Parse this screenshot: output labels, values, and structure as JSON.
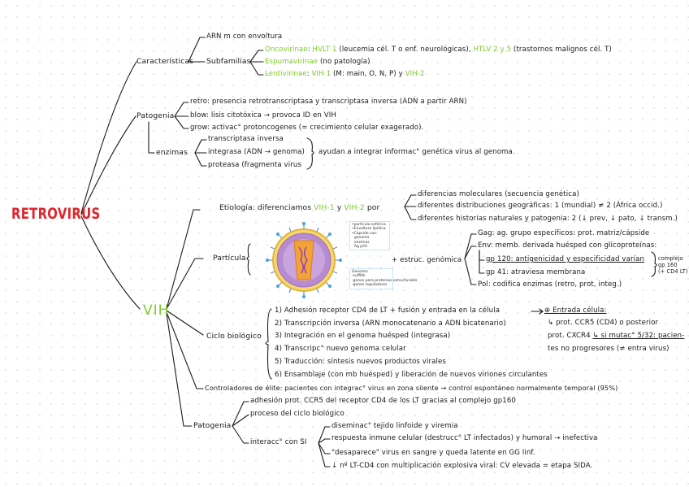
{
  "title": "RETROVIRUS",
  "colors": {
    "title": "#e0242b",
    "green": "#7ecb2a",
    "ink": "#1a1a1a"
  },
  "caracteristicas": {
    "label": "Características",
    "arn": "ARN m con envoltura",
    "subfamilias_label": "Subfamilias",
    "onco_name": "Oncovirinae",
    "onco_colon": ": ",
    "onco_hvlt": "HVLT 1",
    "onco_text1": " (leucemia cél. T o enf. neurológicas), ",
    "onco_htlv": "HTLV 2 y 5",
    "onco_text2": " (trastornos malignos cél. T)",
    "espuma_name": "Espumavirinae",
    "espuma_text": " (no patología)",
    "lenti_name": "Lentivirinae",
    "lenti_colon": ": ",
    "lenti_vih1": "VIH 1",
    "lenti_text": " (M: main, O, N, P) y ",
    "lenti_vih2": "VIH-2"
  },
  "patogenia1": {
    "label": "Patogenia",
    "retro": "retro: presencia retrotranscriptasa y transcriptasa inversa (ADN a partir ARN)",
    "blow": "blow: lisis citotóxica → provoca ID en VIH",
    "grow": "grow: activac° protoncogenes (= crecimiento celular exagerado).",
    "enzimas_label": "enzimas",
    "enz1": "transcriptasa inversa",
    "enz2": "integrasa (ADN → genoma)",
    "enz3": "proteasa (fragmenta virus",
    "enz_result": "ayudan a integrar informac° genética virus al genoma."
  },
  "vih": {
    "label": "VIH",
    "etiologia_pre": "Etiología: diferenciamos ",
    "etiologia_vih1": "VIH-1",
    "etiologia_y": " y ",
    "etiologia_vih2": "VIH-2",
    "etiologia_por": " por",
    "dif1": "diferencias moleculares (secuencia genética)",
    "dif2": "diferentes distribuciones geográficas: 1 (mundial) ≠ 2 (África occid.)",
    "dif3": "diferentes historias naturales y patogenia: 2 (↓ prev, ↓ pato, ↓ transm.)",
    "particula_label": "Partícula",
    "estruc": "+ estruc. genómica",
    "gag": "Gag: ag. grupo específicos: prot. matriz/cápside",
    "env": "Env: memb. derivada huésped con glicoproteínas:",
    "gp120": "gp 120: antigenicidad y especificidad varían",
    "gp41": "gp 41: atraviesa membrana",
    "complejo": "complejo\ngp 160\n(+ CD4 LT)",
    "pol": "Pol: codifica enzimas (retro, prot, integ.)",
    "virus_box1": "•partícula esférica\n•Envoltura lipídica\n•Cápside con:\n  genoma\n  enzimas\n  Ag p24",
    "virus_box2": "Genoma:\n-sufflék\n-genes para proteínas estructurales\n-genes reguladores",
    "ciclo_label": "Ciclo biológico",
    "c1": "1) Adhesión receptor CD4 de LT + fusión y entrada en la célula",
    "c2": "2) Transcripción inversa (ARN monocatenario a ADN bicatenario)",
    "c3": "3) Integración en el genoma huésped (integrasa)",
    "c4": "4) Transcripc° nuevo genoma celular",
    "c5": "5) Traducción: síntesis nuevos productos virales",
    "c6": "6) Ensamblaje (con mb huésped) y liberación de nuevos viriones circulantes",
    "entrada_title": "⊕ Entrada célula:",
    "entrada_1": "↳ prot. CCR5 (CD4) o posterior",
    "entrada_2_pre": "prot. CXCR4 ",
    "entrada_2_mut": "↳ si mutac° 5/32: pacien-",
    "entrada_3": "tes no progresores (≠ entra virus)",
    "controladores": "Controladores de élite: pacientes con integrac° virus en zona silente → control espontáneo normalmente temporal (95%)",
    "patogenia_label": "Patogenia",
    "p1": "adhesión prot. CCR5 del receptor CD4 de los LT gracias al complejo gp160",
    "p2": "proceso del ciclo biológico",
    "interacc_label": "interacc° con SI",
    "i1": "diseminac° tejido linfoide y viremia",
    "i2": "respuesta inmune celular (destrucc° LT infectados) y humoral → inefectiva",
    "i3": "\"desaparece\" virus en sangre y queda latente en GG linf.",
    "i4": "↓ nº LT-CD4 con multiplicación explosiva viral: CV elevada = etapa SIDA."
  }
}
